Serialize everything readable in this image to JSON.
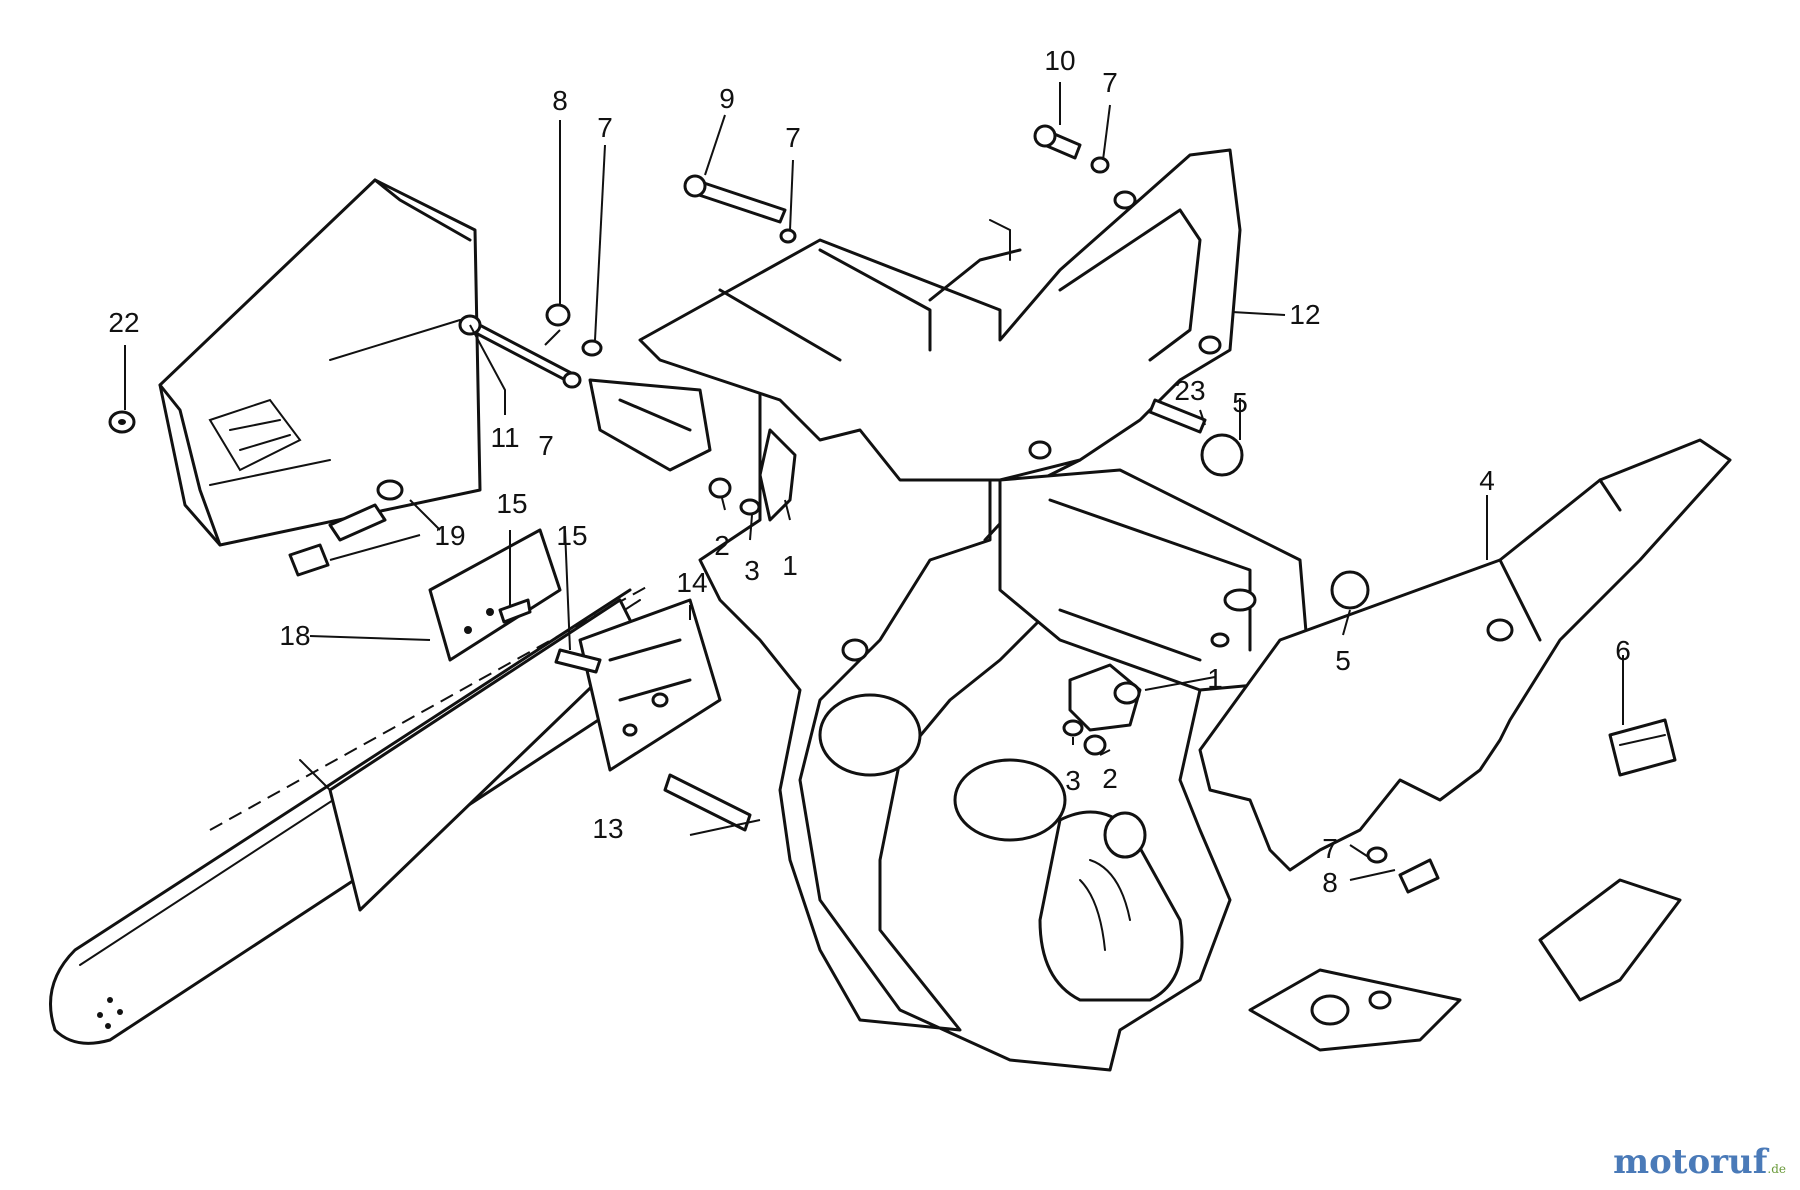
{
  "diagram": {
    "part_labels": [
      "1",
      "1",
      "2",
      "2",
      "3",
      "3",
      "4",
      "5",
      "5",
      "6",
      "7",
      "7",
      "7",
      "7",
      "7",
      "8",
      "8",
      "9",
      "10",
      "11",
      "12",
      "13",
      "14",
      "15",
      "15",
      "18",
      "19",
      "22",
      "23"
    ]
  },
  "watermark": {
    "text_main": "motoruf",
    "text_tld": ".de"
  }
}
